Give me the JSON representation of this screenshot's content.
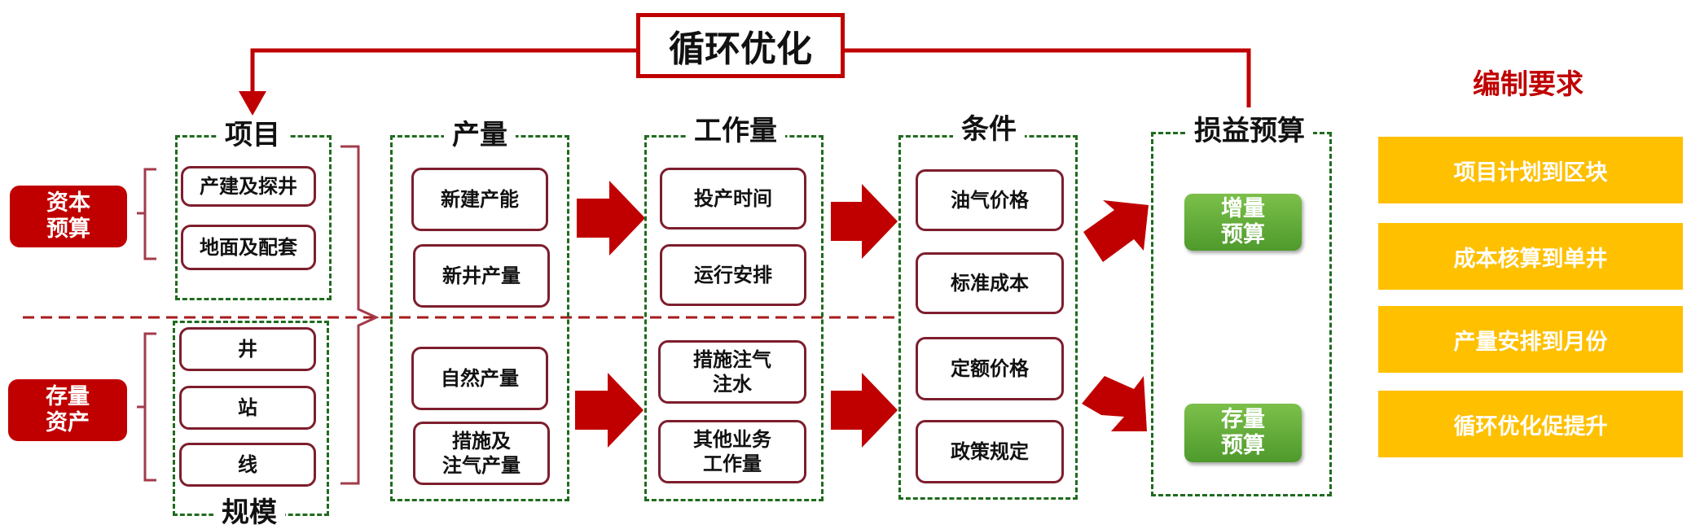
{
  "loop": {
    "label": "循环优化"
  },
  "groups": {
    "project": {
      "title": "项目",
      "bottom_title": "规模"
    },
    "output": {
      "title": "产量"
    },
    "workload": {
      "title": "工作量"
    },
    "conditions": {
      "title": "条件"
    },
    "budget": {
      "title": "损益预算"
    }
  },
  "side_labels": {
    "capital": "资本\n预算",
    "stock": "存量\n资产"
  },
  "boxes": {
    "project_upper": [
      "产建及探井",
      "地面及配套"
    ],
    "project_lower": [
      "井",
      "站",
      "线"
    ],
    "output_upper": [
      "新建产能",
      "新井产量"
    ],
    "output_lower": [
      "自然产量",
      "措施及\n注气产量"
    ],
    "workload_upper": [
      "投产时间",
      "运行安排"
    ],
    "workload_lower": [
      "措施注气\n注水",
      "其他业务\n工作量"
    ],
    "conditions_upper": [
      "油气价格",
      "标准成本"
    ],
    "conditions_lower": [
      "定额价格",
      "政策规定"
    ],
    "budget": [
      "增量\n预算",
      "存量\n预算"
    ]
  },
  "requirements": {
    "title": "编制要求",
    "items": [
      "项目计划到区块",
      "成本核算到单井",
      "产量安排到月份",
      "循环优化促提升"
    ]
  },
  "colors": {
    "red": "#c00000",
    "dark_red": "#7d1e2d",
    "green_dash": "#1f6b1f",
    "yellow": "#ffc000",
    "green_btn": "#5aa633"
  }
}
